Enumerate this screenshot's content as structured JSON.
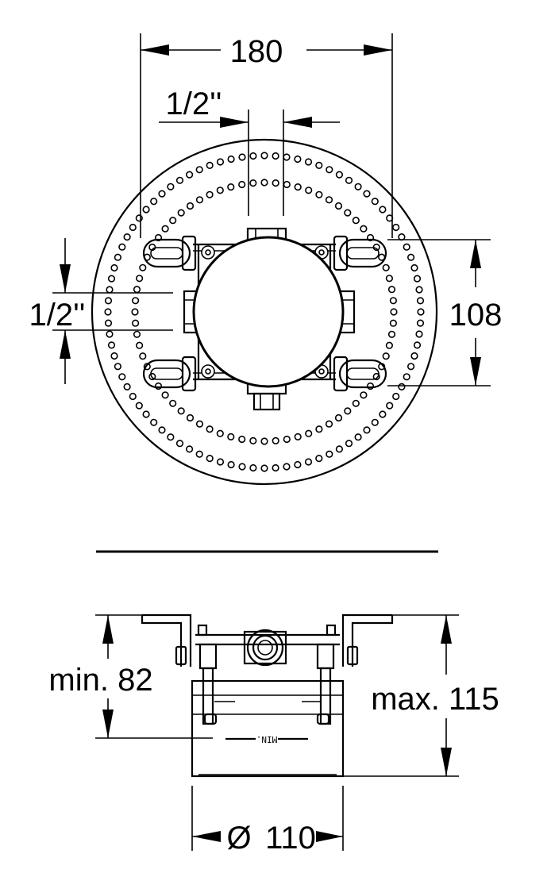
{
  "top_view": {
    "dim_overall_width": "180",
    "dim_inlet_top": "1/2''",
    "dim_inlet_left": "1/2''",
    "dim_mount_height": "108"
  },
  "side_view": {
    "dim_min_depth": "min. 82",
    "dim_max_depth": "max. 115",
    "dim_diameter_symbol": "Ø",
    "dim_diameter_value": "110",
    "body_stamp": "MIN."
  }
}
